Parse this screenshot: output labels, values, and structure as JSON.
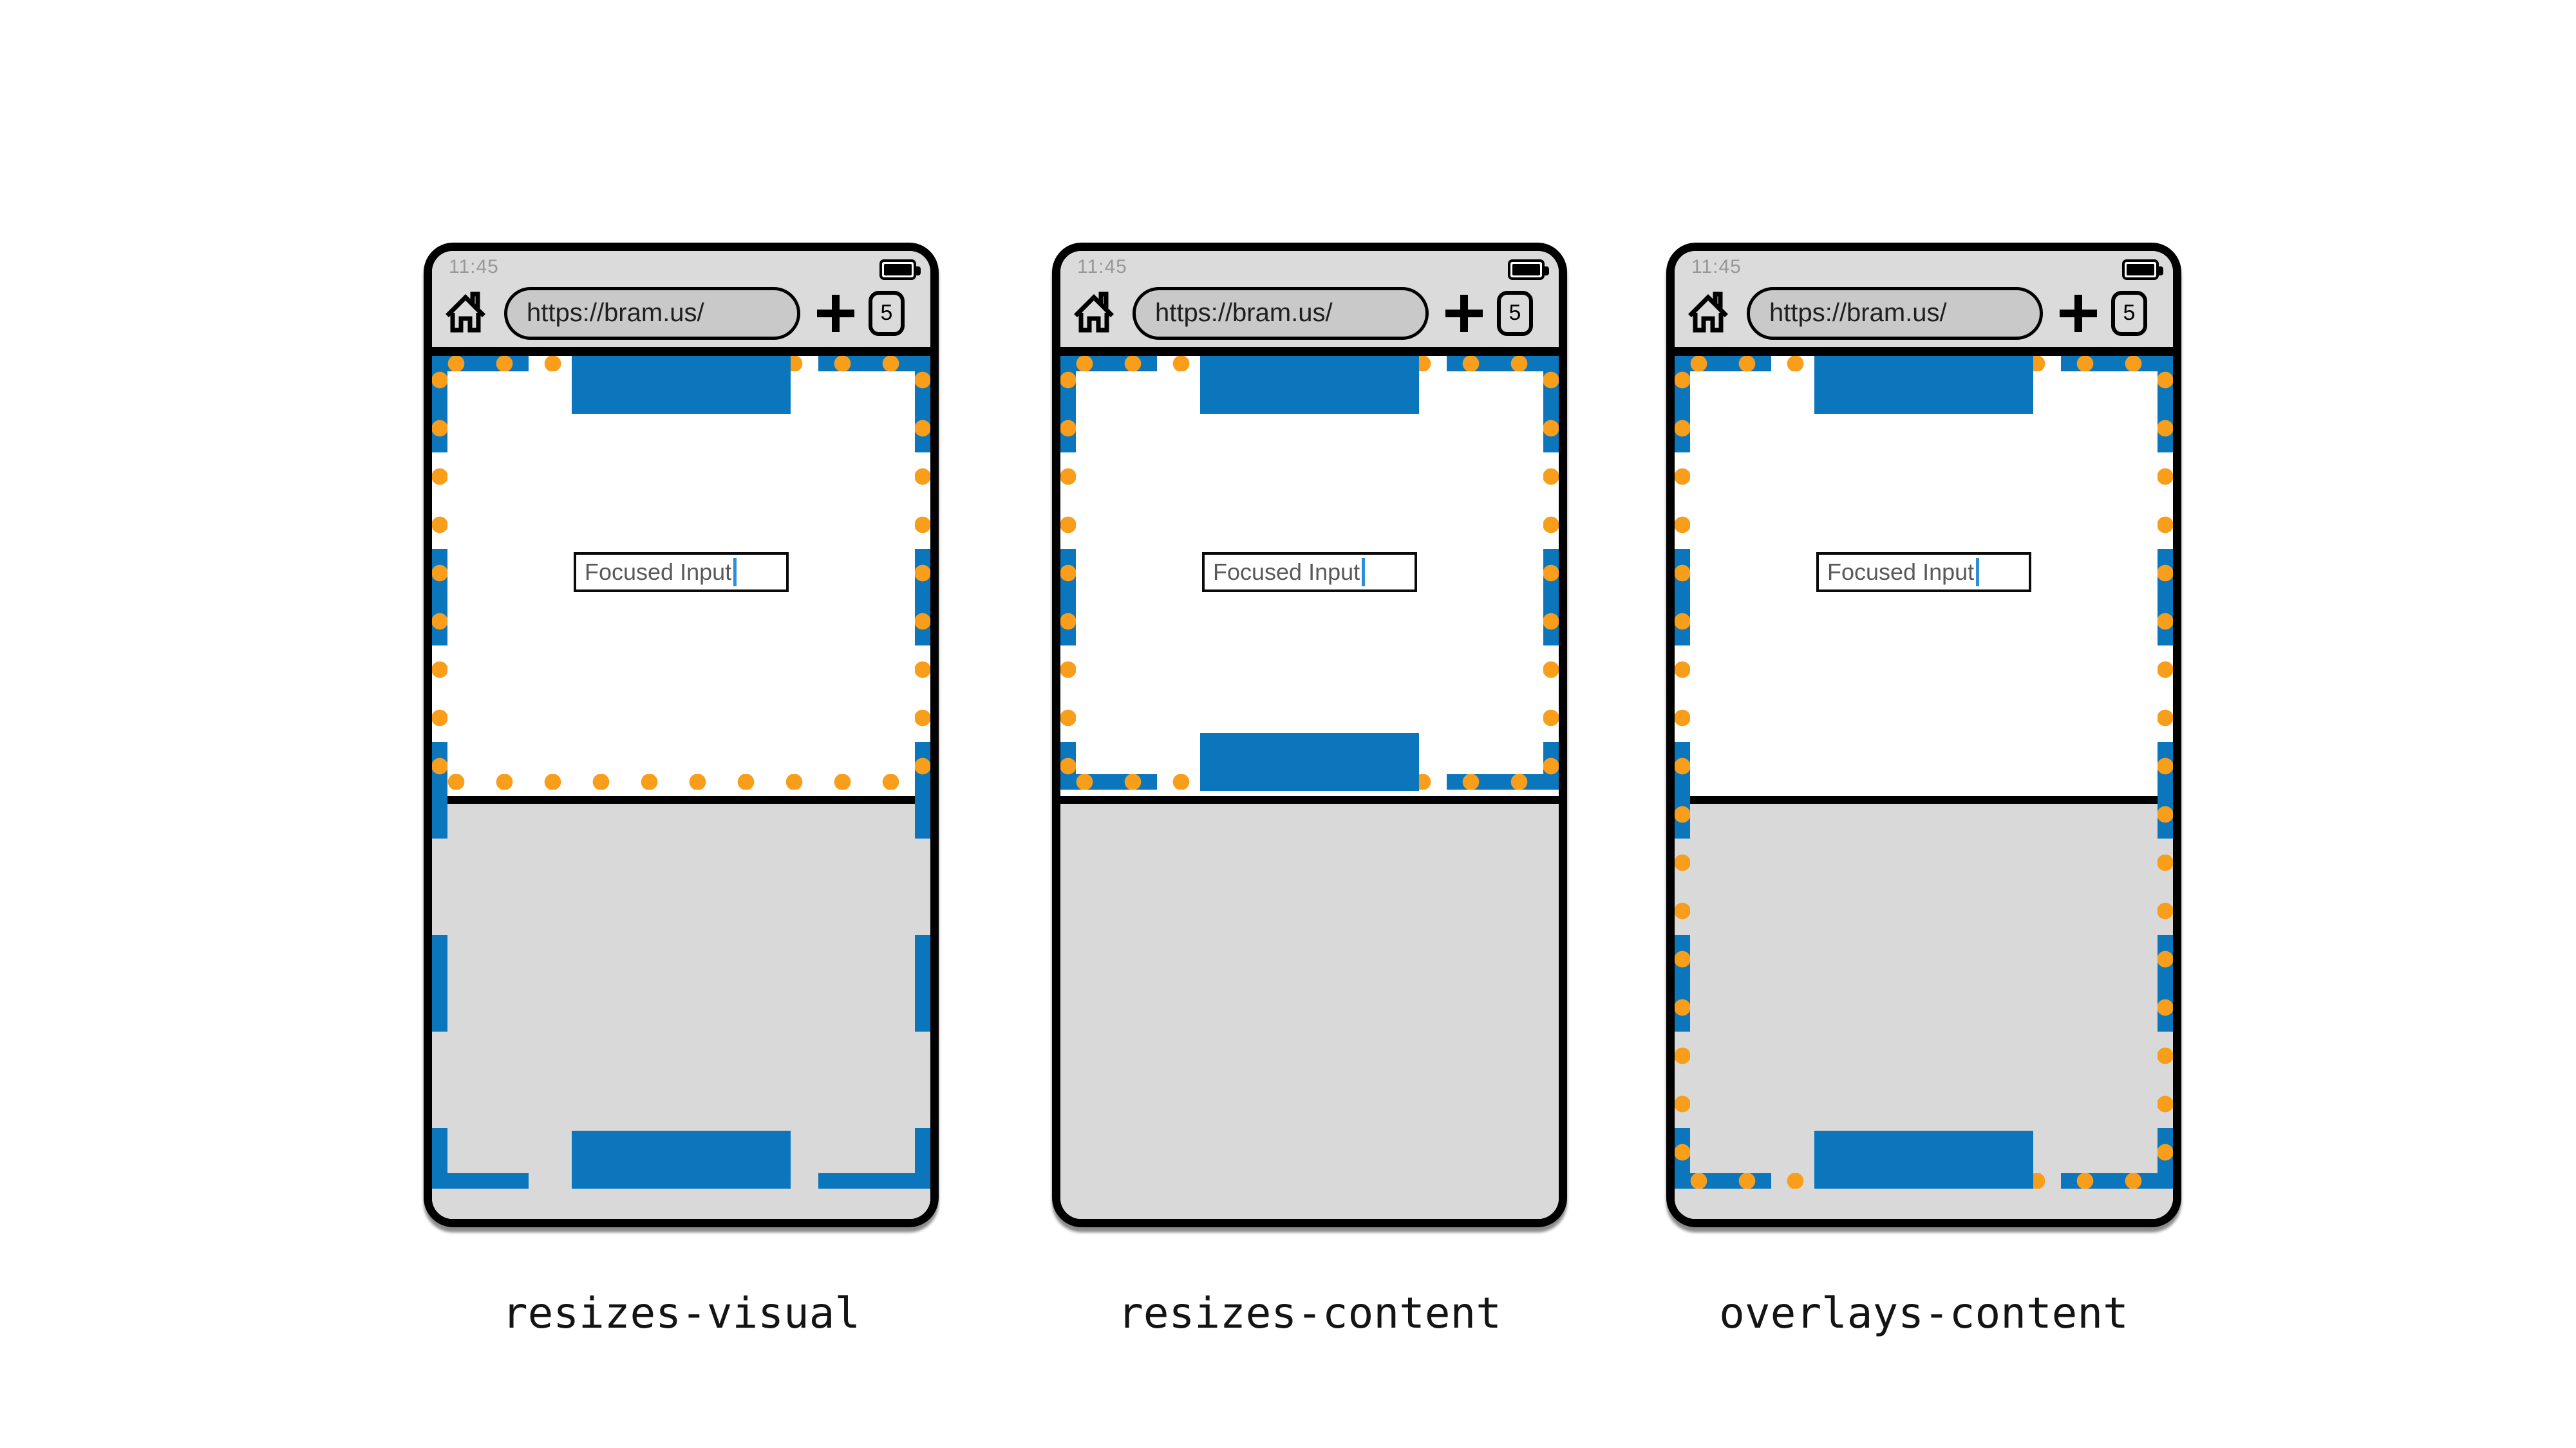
{
  "browser_chrome": {
    "status_time": "11:45",
    "url": "https://bram.us/",
    "tab_count": "5"
  },
  "page": {
    "input_value": "Focused Input"
  },
  "phones": [
    {
      "label": "resizes-visual"
    },
    {
      "label": "resizes-content"
    },
    {
      "label": "overlays-content"
    }
  ],
  "icons": [
    "home-icon",
    "battery-icon",
    "plus-icon",
    "tab-counter",
    "text-caret"
  ],
  "colors": {
    "layout_viewport_dash": "#0B76BC",
    "visual_viewport_dot": "#F89E1B",
    "fixed_element": "#0B76BC",
    "caret": "#2F8FD6",
    "chrome_bg": "#DBDBDB",
    "urlbar_bg": "#C9C9C9",
    "keyboard_bg": "#D9D9D9",
    "frame": "#000000"
  }
}
